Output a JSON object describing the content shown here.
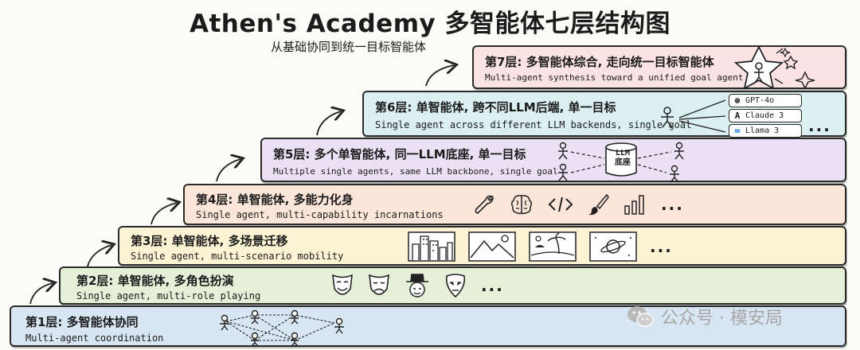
{
  "header": {
    "title": "Athen's Academy 多智能体七层结构图",
    "subtitle": "从基础协同到统一目标智能体"
  },
  "layers": [
    {
      "title": "第1层: 多智能体协同",
      "subtitle": "Multi-agent coordination",
      "color": "#d8e6f4"
    },
    {
      "title": "第2层: 单智能体, 多角色扮演",
      "subtitle": "Single agent, multi-role playing",
      "color": "#e4f1d8"
    },
    {
      "title": "第3层: 单智能体, 多场景迁移",
      "subtitle": "Single agent, multi-scenario mobility",
      "color": "#fbf3d3"
    },
    {
      "title": "第4层: 单智能体, 多能力化身",
      "subtitle": "Single agent, multi-capability incarnations",
      "color": "#fbe6d9"
    },
    {
      "title": "第5层: 多个单智能体, 同一LLM底座, 单一目标",
      "subtitle": "Multiple single agents, same LLM backbone, single goal",
      "color": "#ebe1f4"
    },
    {
      "title": "第6层: 单智能体, 跨不同LLM后端, 单一目标",
      "subtitle": "Single agent across different LLM backends, single goal",
      "color": "#dceff0"
    },
    {
      "title": "第7层: 多智能体综合, 走向统一目标智能体",
      "subtitle": "Multi-agent synthesis toward a unified goal agent",
      "color": "#fbe3e3"
    }
  ],
  "llm_backends": [
    {
      "name": "GPT-4o",
      "icon": "openai-icon"
    },
    {
      "name": "Claude 3",
      "icon": "anthropic-icon"
    },
    {
      "name": "Llama 3",
      "icon": "meta-icon"
    }
  ],
  "llm_base_label": "LLM 底座",
  "llm_base_line1": "LLM",
  "llm_base_line2": "底座",
  "ellipsis": "...",
  "watermark": {
    "text": "公众号 · 模安局",
    "icon": "wechat-icon"
  }
}
